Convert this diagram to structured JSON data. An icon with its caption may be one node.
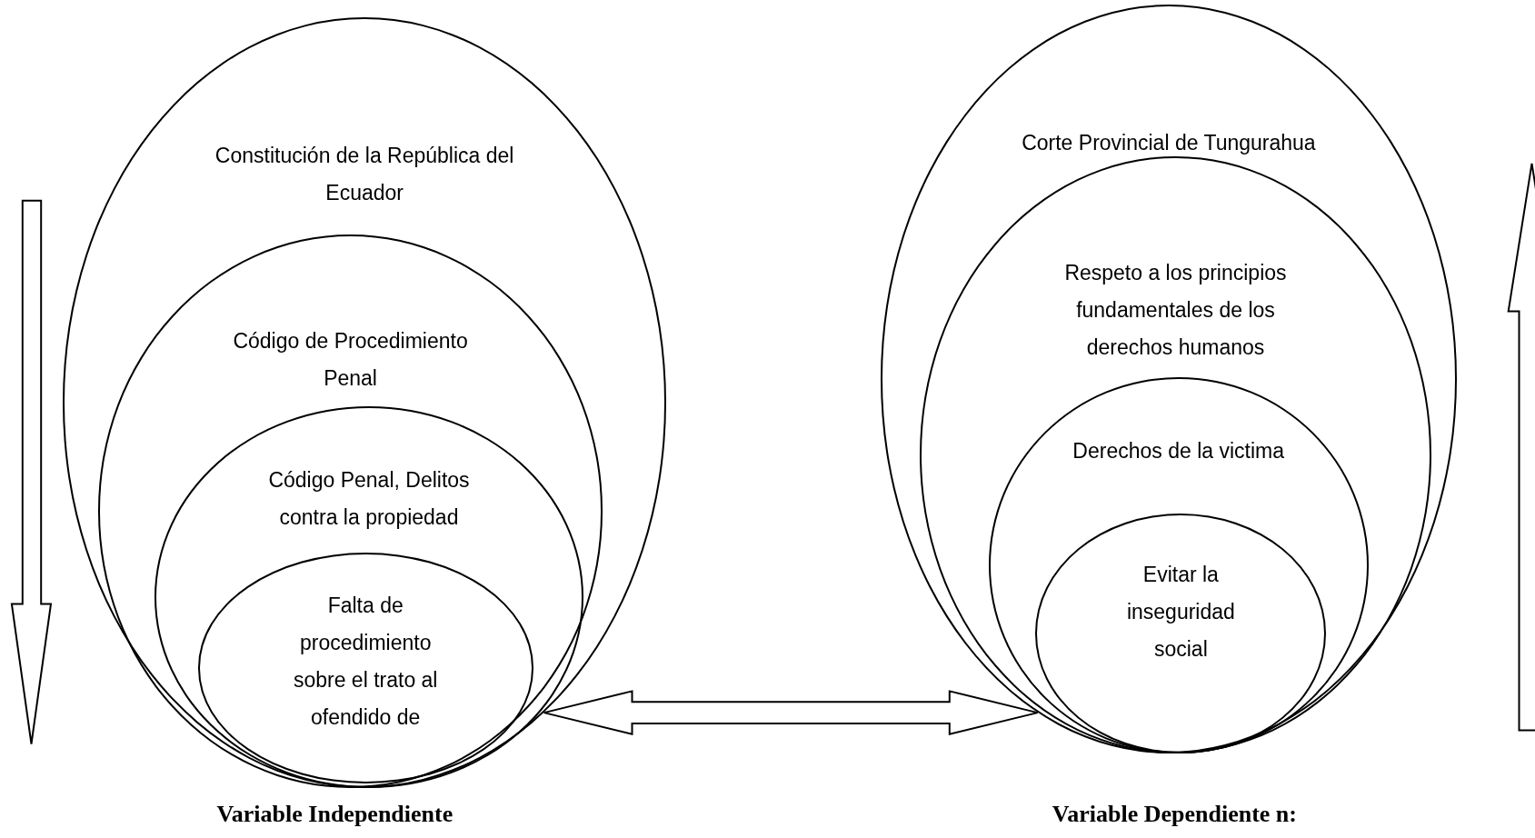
{
  "diagram": {
    "nodes": [
      {
        "text": [
          "Constitución de la República del Ecuador"
        ]
      },
      {
        "text": [
          "Código de Procedimiento Penal"
        ],
        "in": 0
      },
      {
        "text": [
          "Código Penal, Delitos contra la propiedad"
        ],
        "in": 1
      },
      {
        "text": [
          "Falta de procedimiento sobre el trato al ofendido de"
        ],
        "in": 2
      },
      {
        "text": [
          "Corte Provincial de Tungurahua"
        ]
      },
      {
        "text": [
          "Respeto a los principios fundamentales de los derechos humanos"
        ],
        "in": 4
      },
      {
        "text": [
          "Derechos de la victima"
        ],
        "in": 5
      },
      {
        "text": [
          "Evitar la inseguridad social"
        ],
        "in": 6
      }
    ],
    "edges": [
      {
        "from": 0,
        "to": 4,
        "arrow": "both"
      }
    ],
    "labels": [
      "Variable Independiente",
      "Variable Dependiente n:"
    ]
  }
}
